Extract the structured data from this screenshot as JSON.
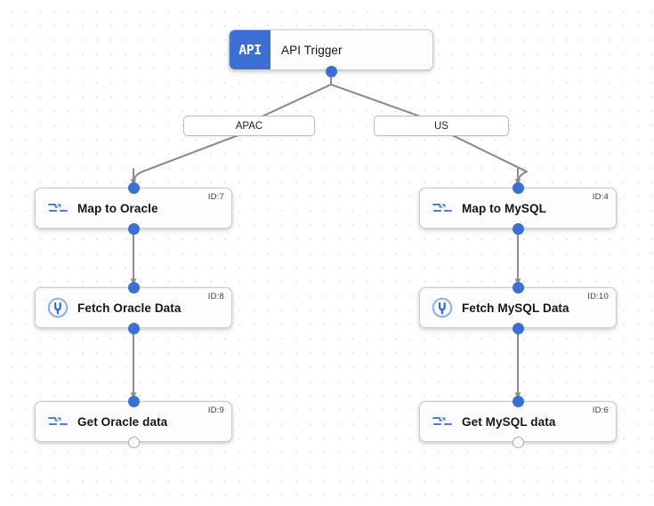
{
  "canvas": {
    "background_color": "#ffffff",
    "dot_color": "#e9e9ec",
    "accent_color": "#3b6fd4",
    "edge_color": "#8b8d93"
  },
  "trigger": {
    "badge_text": "API",
    "label": "API Trigger",
    "icon": "api-badge-icon"
  },
  "branch_labels": [
    {
      "name": "apac",
      "label": "APAC"
    },
    {
      "name": "us",
      "label": "US"
    }
  ],
  "nodes": [
    {
      "key": "map-to-oracle",
      "label": "Map to Oracle",
      "id_label": "ID:7",
      "icon": "map-arrows-icon",
      "branch": "APAC"
    },
    {
      "key": "fetch-oracle-data",
      "label": "Fetch Oracle Data",
      "id_label": "ID:8",
      "icon": "connector-plug-icon",
      "branch": "APAC"
    },
    {
      "key": "get-oracle-data",
      "label": "Get Oracle data",
      "id_label": "ID:9",
      "icon": "map-arrows-icon",
      "branch": "APAC"
    },
    {
      "key": "map-to-mysql",
      "label": "Map to MySQL",
      "id_label": "ID:4",
      "icon": "map-arrows-icon",
      "branch": "US"
    },
    {
      "key": "fetch-mysql-data",
      "label": "Fetch MySQL Data",
      "id_label": "ID:10",
      "icon": "connector-plug-icon",
      "branch": "US"
    },
    {
      "key": "get-mysql-data",
      "label": "Get MySQL data",
      "id_label": "ID:6",
      "icon": "map-arrows-icon",
      "branch": "US"
    }
  ]
}
